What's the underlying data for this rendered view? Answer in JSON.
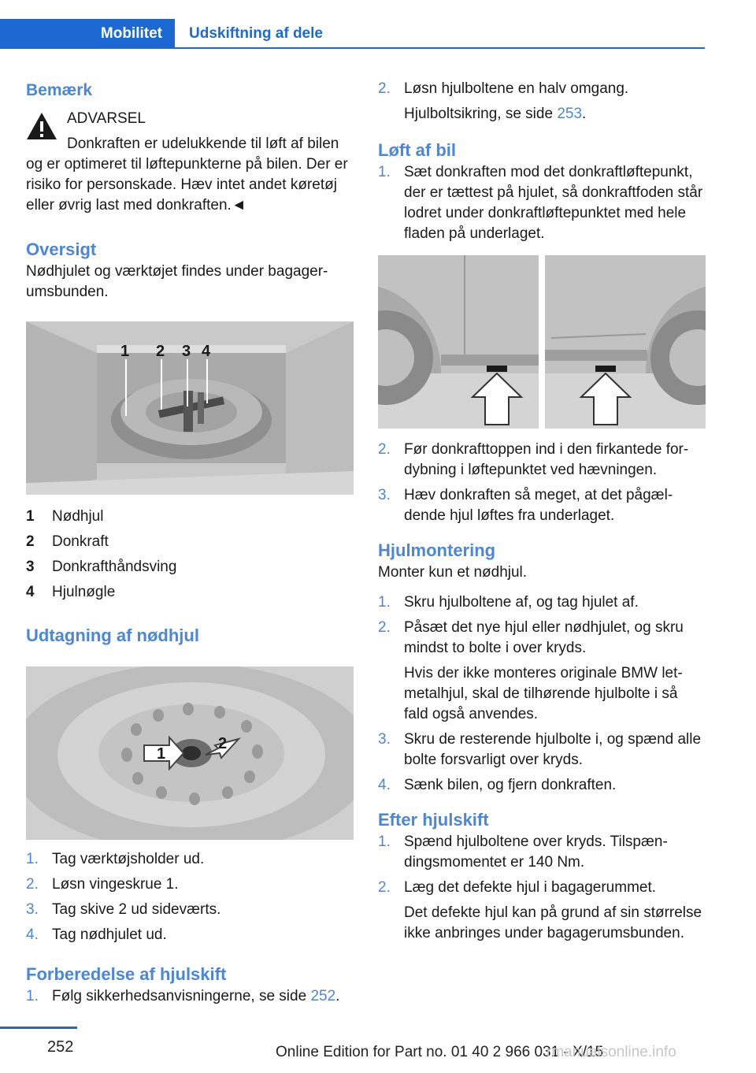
{
  "header": {
    "tab_active": "Mobilitet",
    "breadcrumb": "Udskiftning af dele"
  },
  "left": {
    "note_heading": "Bemærk",
    "warning_title": "ADVARSEL",
    "warning_text_first": "Donkraften er udelukkende til løft af bilen",
    "warning_text_rest": "og er optimeret til løftepunkterne på bilen. Der er risiko for personskade. Hæv intet andet kø­retøj eller øvrig last med donkraften.◄",
    "overview_heading": "Oversigt",
    "overview_text": "Nødhjulet og værktøjet findes under bagager­umsbunden.",
    "figure1_labels": [
      "1",
      "2",
      "3",
      "4"
    ],
    "legend": [
      {
        "num": "1",
        "text": "Nødhjul"
      },
      {
        "num": "2",
        "text": "Donkraft"
      },
      {
        "num": "3",
        "text": "Donkrafthåndsving"
      },
      {
        "num": "4",
        "text": "Hjulnøgle"
      }
    ],
    "removal_heading": "Udtagning af nødhjul",
    "figure2_labels": [
      "1",
      "2"
    ],
    "removal_steps": [
      {
        "n": "1.",
        "text": "Tag værktøjsholder ud."
      },
      {
        "n": "2.",
        "text": "Løsn vingeskrue 1."
      },
      {
        "n": "3.",
        "text": "Tag skive 2 ud sideværts."
      },
      {
        "n": "4.",
        "text": "Tag nødhjulet ud."
      }
    ],
    "prep_heading": "Forberedelse af hjulskift",
    "prep_step1_n": "1.",
    "prep_step1_text": "Følg sikkerhedsanvisningerne, se side ",
    "prep_step1_link": "252",
    "prep_step1_tail": "."
  },
  "right": {
    "prep_step2_n": "2.",
    "prep_step2_text": "Løsn hjulboltene en halv omgang.",
    "prep_step2_sub": "Hjulboltsikring, se side ",
    "prep_step2_link": "253",
    "prep_step2_tail": ".",
    "lift_heading": "Løft af bil",
    "lift_step1_n": "1.",
    "lift_step1_text": "Sæt donkraften mod det donkraftløfte­punkt, der er tættest på hjulet, så donkraft­foden står lodret under donkraftløftepunk­tet med hele fladen på underlaget.",
    "lift_steps_after": [
      {
        "n": "2.",
        "text": "Før donkrafttoppen ind i den firkantede for­dybning i løftepunktet ved hævningen."
      },
      {
        "n": "3.",
        "text": "Hæv donkraften så meget, at det pågæl­dende hjul løftes fra underlaget."
      }
    ],
    "mount_heading": "Hjulmontering",
    "mount_intro": "Monter kun et nødhjul.",
    "mount_step1_n": "1.",
    "mount_step1_text": "Skru hjulboltene af, og tag hjulet af.",
    "mount_step2_n": "2.",
    "mount_step2_text": "Påsæt det nye hjul eller nødhjulet, og skru mindst to bolte i over kryds.",
    "mount_step2_sub": "Hvis der ikke monteres originale BMW let­metalhjul, skal de tilhørende hjulbolte i så fald også anvendes.",
    "mount_step3_n": "3.",
    "mount_step3_text": "Skru de resterende hjulbolte i, og spænd alle bolte forsvarligt over kryds.",
    "mount_step4_n": "4.",
    "mount_step4_text": "Sænk bilen, og fjern donkraften.",
    "after_heading": "Efter hjulskift",
    "after_step1_n": "1.",
    "after_step1_text": "Spænd hjulboltene over kryds. Tilspæn­dingsmomentet er 140 Nm.",
    "after_step2_n": "2.",
    "after_step2_text": "Læg det defekte hjul i bagagerummet.",
    "after_step2_sub": "Det defekte hjul kan på grund af sin stør­relse ikke anbringes under bagagerums­bunden."
  },
  "footer": {
    "page_number": "252",
    "edition": "Online Edition for Part no. 01 40 2 966 031 - X/15",
    "watermark": "rmanualsonline.info"
  },
  "colors": {
    "accent": "#1c69d4",
    "heading": "#4b86d8"
  }
}
